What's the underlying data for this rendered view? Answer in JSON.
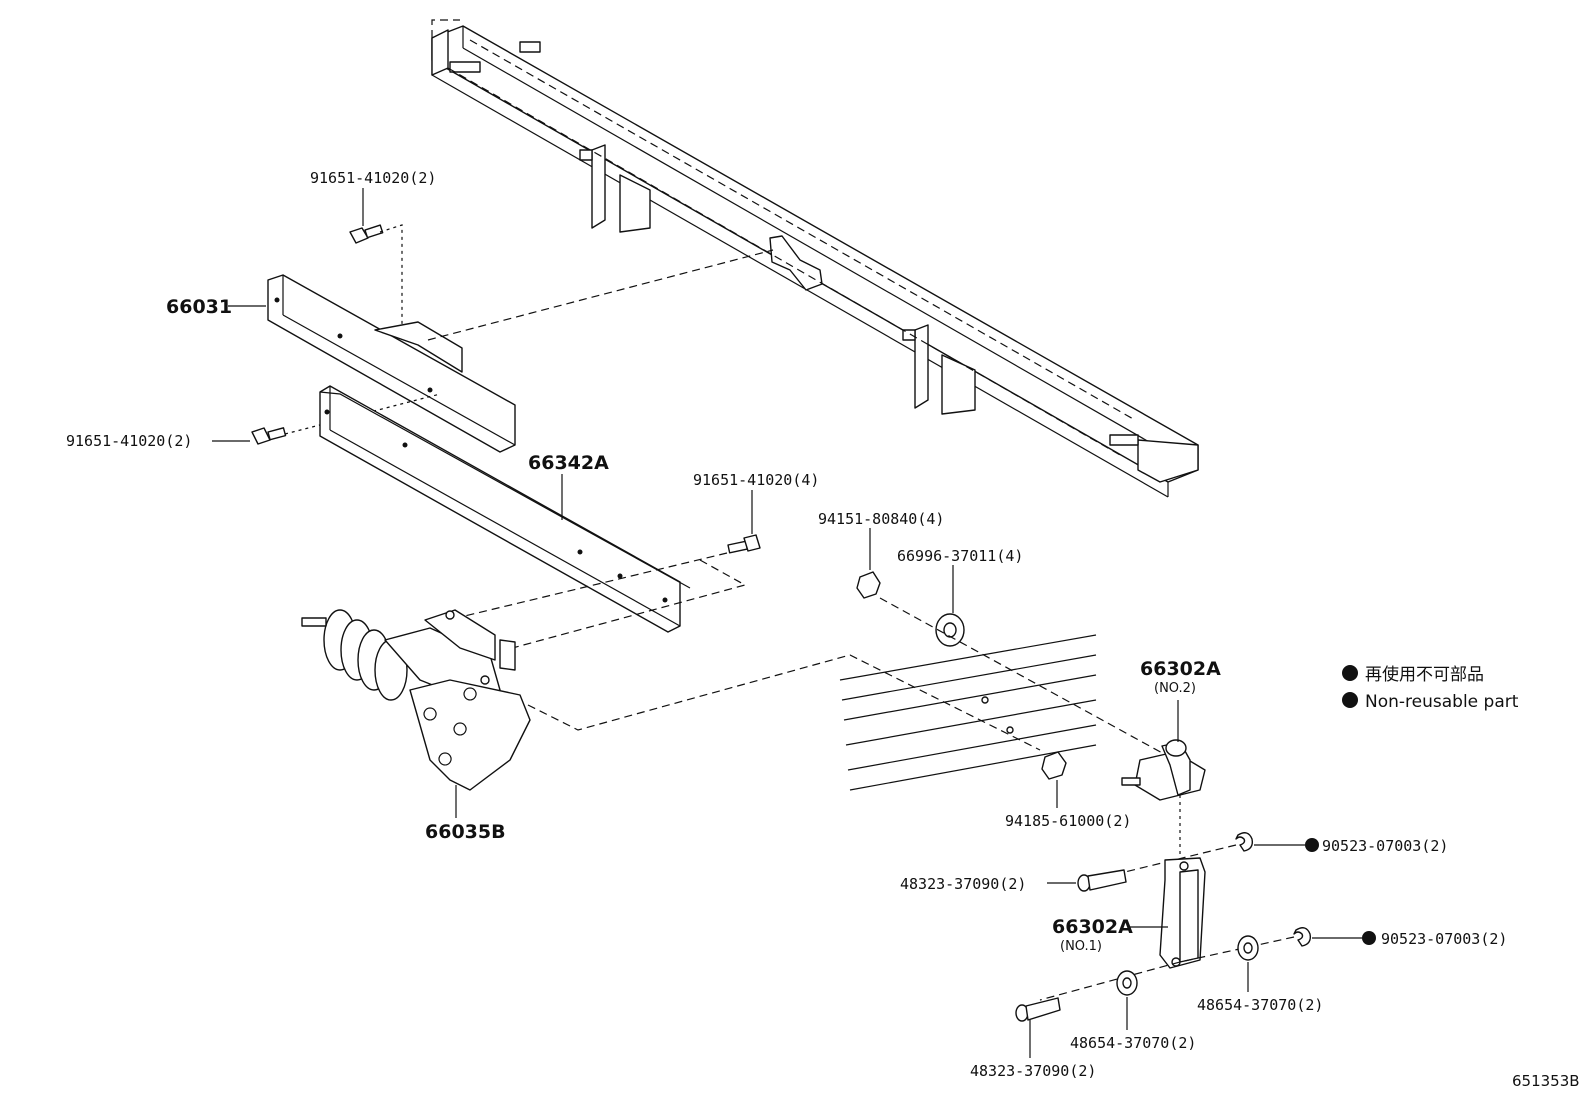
{
  "parts": {
    "p91651_top": "91651-41020(2)",
    "p66031": "66031",
    "p91651_left": "91651-41020(2)",
    "p66342A": "66342A",
    "p91651_mid": "91651-41020(4)",
    "p94151": "94151-80840(4)",
    "p66996": "66996-37011(4)",
    "p66302A_no2": "66302A",
    "p66302A_no2_sub": "(NO.2)",
    "p66035B": "66035B",
    "p94185": "94185-61000(2)",
    "p90523_a": "90523-07003(2)",
    "p48323_a": "48323-37090(2)",
    "p66302A_no1": "66302A",
    "p66302A_no1_sub": "(NO.1)",
    "p90523_b": "90523-07003(2)",
    "p48654_a": "48654-37070(2)",
    "p48654_b": "48654-37070(2)",
    "p48323_b": "48323-37090(2)"
  },
  "legend": {
    "jp": "再使用不可部品",
    "en": "Non-reusable part"
  },
  "figure_code": "651353B"
}
